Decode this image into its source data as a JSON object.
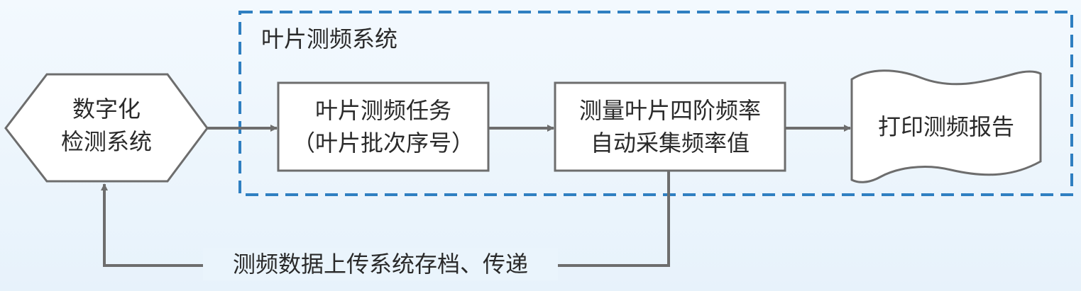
{
  "group": {
    "title": "叶片测频系统"
  },
  "nodes": {
    "digital_system": {
      "line1": "数字化",
      "line2": "检测系统"
    },
    "task": {
      "line1": "叶片测频任务",
      "line2": "（叶片批次序号）"
    },
    "measure": {
      "line1": "测量叶片四阶频率",
      "line2": "自动采集频率值"
    },
    "report": {
      "label": "打印测频报告"
    }
  },
  "edges": {
    "feedback_label": "测频数据上传系统存档、传递"
  },
  "colors": {
    "line": "#6d6d6d",
    "dashed_border": "#2f7fc1",
    "shape_fill": "#ffffff",
    "background": "#eaf4fc"
  }
}
